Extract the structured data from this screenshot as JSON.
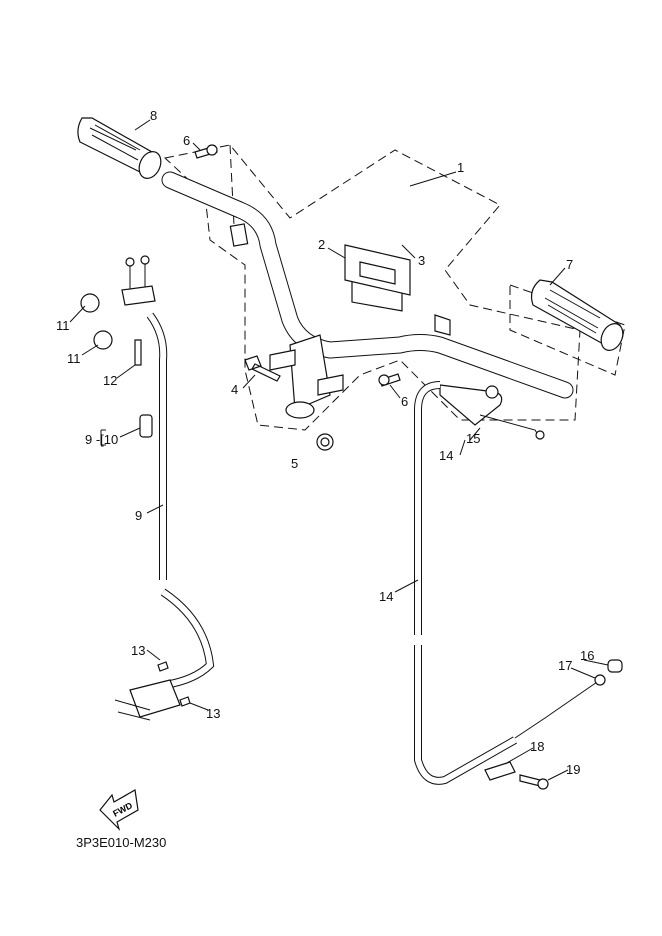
{
  "diagram_code": "3P3E010-M230",
  "fwd_arrow_text": "FWD",
  "callouts": [
    {
      "id": "1",
      "part": "handlebar"
    },
    {
      "id": "2",
      "part": "emblem"
    },
    {
      "id": "3",
      "part": "emblem"
    },
    {
      "id": "4",
      "part": "bolt"
    },
    {
      "id": "5",
      "part": "nut"
    },
    {
      "id": "6",
      "part": "screw"
    },
    {
      "id": "6",
      "part": "screw"
    },
    {
      "id": "7",
      "part": "grip-right"
    },
    {
      "id": "8",
      "part": "throttle-grip"
    },
    {
      "id": "9",
      "part": "throttle-cable"
    },
    {
      "id": "9 -[10",
      "part": "cable-cover"
    },
    {
      "id": "11",
      "part": "clamp"
    },
    {
      "id": "11",
      "part": "clamp"
    },
    {
      "id": "12",
      "part": "screw"
    },
    {
      "id": "13",
      "part": "screw"
    },
    {
      "id": "13",
      "part": "screw"
    },
    {
      "id": "14",
      "part": "brake-cable"
    },
    {
      "id": "14",
      "part": "brake-lever-assy"
    },
    {
      "id": "15",
      "part": "lever"
    },
    {
      "id": "16",
      "part": "adjuster"
    },
    {
      "id": "17",
      "part": "joint"
    },
    {
      "id": "18",
      "part": "holder"
    },
    {
      "id": "19",
      "part": "bolt"
    }
  ]
}
